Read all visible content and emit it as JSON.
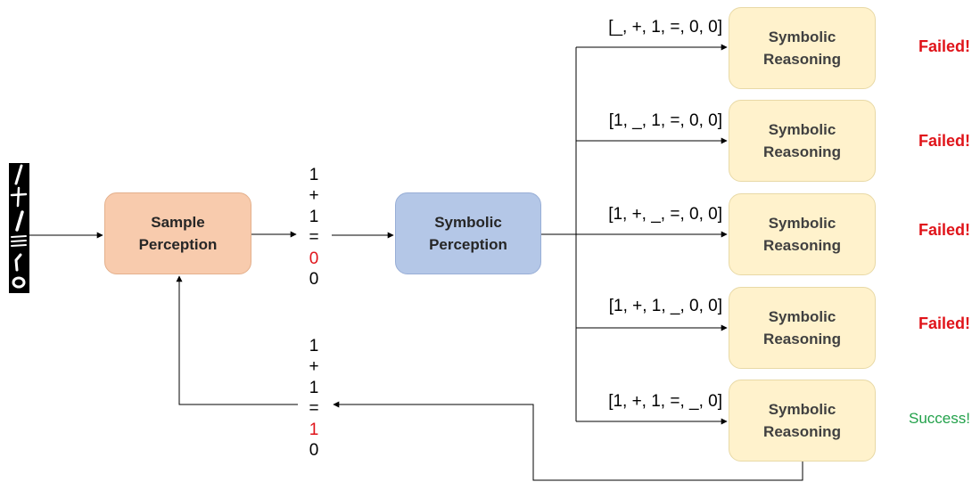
{
  "sample_perception": {
    "line1": "Sample",
    "line2": "Perception"
  },
  "symbolic_perception": {
    "line1": "Symbolic",
    "line2": "Perception"
  },
  "perceived_equation": [
    "1",
    "+",
    "1",
    "=",
    "0",
    "0"
  ],
  "corrected_equation": [
    "1",
    "+",
    "1",
    "=",
    "1",
    "0"
  ],
  "branches": [
    {
      "sequence": "[_, +, 1, =, 0, 0]",
      "box_line1": "Symbolic",
      "box_line2": "Reasoning",
      "status": "Failed!"
    },
    {
      "sequence": "[1, _, 1, =, 0, 0]",
      "box_line1": "Symbolic",
      "box_line2": "Reasoning",
      "status": "Failed!"
    },
    {
      "sequence": "[1, +, _, =, 0, 0]",
      "box_line1": "Symbolic",
      "box_line2": "Reasoning",
      "status": "Failed!"
    },
    {
      "sequence": "[1, +, 1, _, 0, 0]",
      "box_line1": "Symbolic",
      "box_line2": "Reasoning",
      "status": "Failed!"
    },
    {
      "sequence": "[1, +, 1, =, _, 0]",
      "box_line1": "Symbolic",
      "box_line2": "Reasoning",
      "status": "Success!"
    }
  ],
  "colors": {
    "sample_box": "#f8cbad",
    "perception_box": "#b4c7e7",
    "reasoning_box": "#fff2cc",
    "error": "#e0141a",
    "success": "#22a14a"
  }
}
